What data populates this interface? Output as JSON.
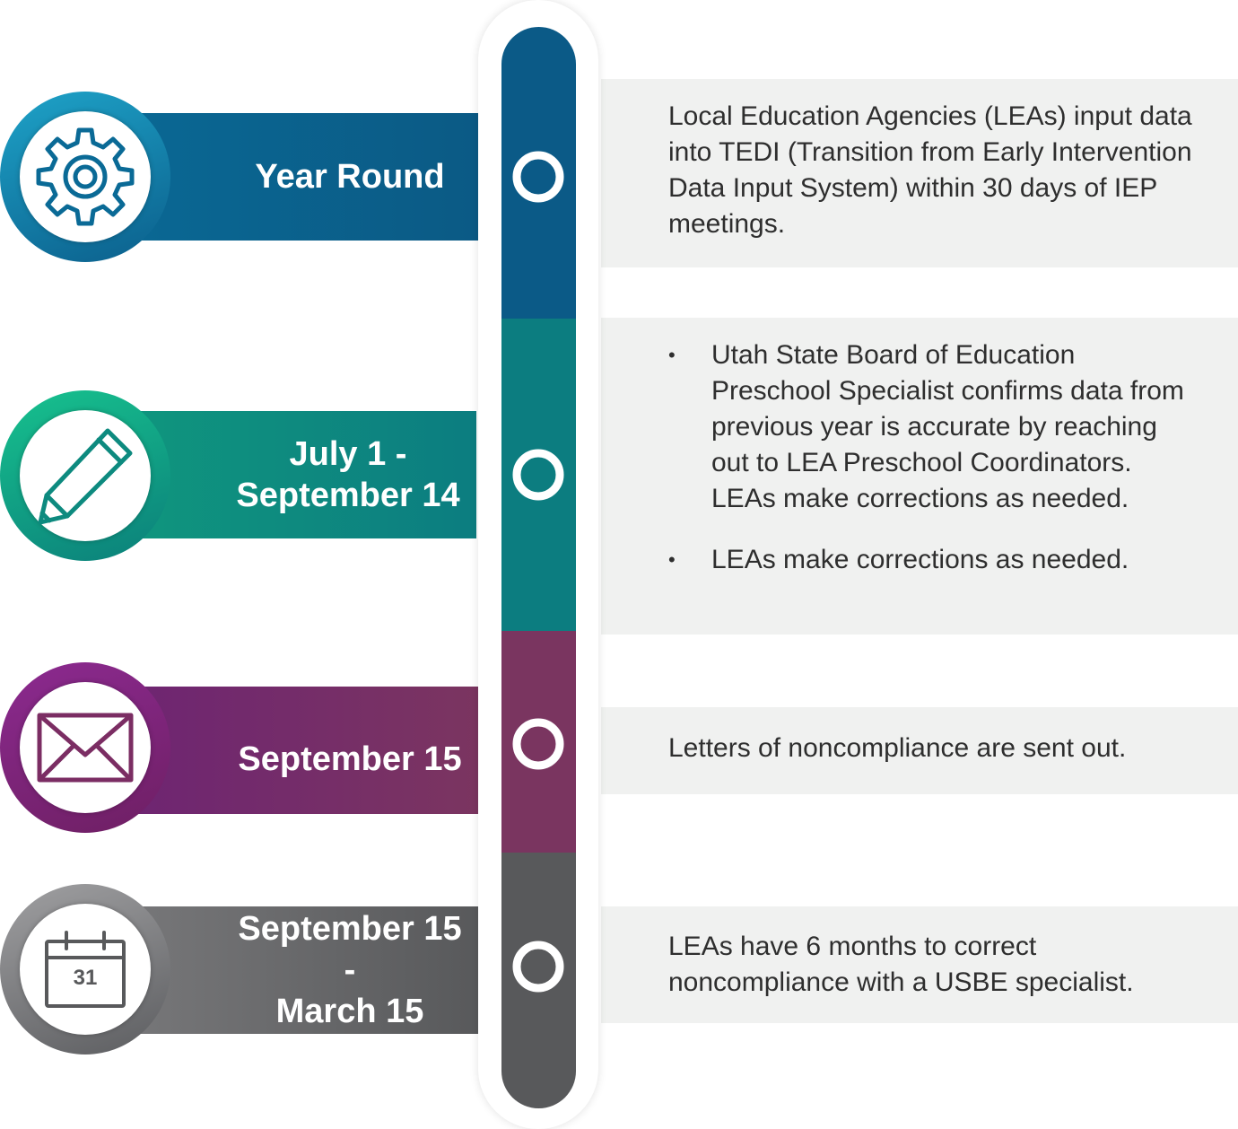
{
  "steps": [
    {
      "label": "Year Round",
      "icon": "gear-icon",
      "color": "#0a6b97",
      "text": "Local Education Agencies (LEAs) input data into TEDI (Transition from Early Intervention Data Input System) within 30 days of IEP meetings."
    },
    {
      "label_line1": "July 1 -",
      "label_line2": "September 14",
      "icon": "pencil-icon",
      "color": "#0d8a7f",
      "bullets": [
        "Utah State Board of Education Preschool Specialist confirms data from previous year is accurate by reaching out to LEA Preschool Coordinators. LEAs make corrections as needed.",
        "LEAs make corrections as needed."
      ]
    },
    {
      "label": "September 15",
      "icon": "envelope-icon",
      "color": "#7b2d63",
      "text": "Letters of noncompliance are sent out."
    },
    {
      "label_line1": "September 15 -",
      "label_line2": "March 15",
      "icon": "calendar-icon",
      "calendar_day": "31",
      "color": "#58595b",
      "text": "LEAs have 6 months to correct noncompliance with a USBE specialist."
    }
  ]
}
